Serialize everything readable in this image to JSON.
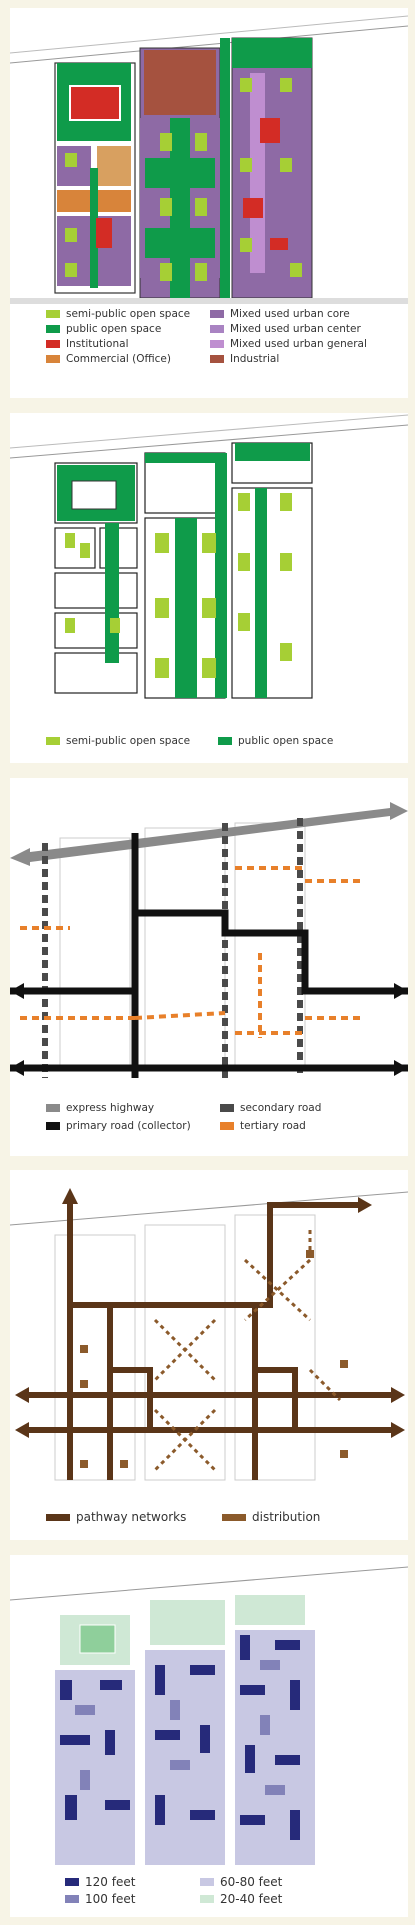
{
  "panels": [
    {
      "legend": [
        {
          "label": "semi-public open space",
          "color": "#a6cf35"
        },
        {
          "label": "public open space",
          "color": "#0f9b4a"
        },
        {
          "label": "Institutional",
          "color": "#d32c25"
        },
        {
          "label": "Commercial (Office)",
          "color": "#d8843a"
        },
        {
          "label": "Mixed used urban core",
          "color": "#8e6aa5"
        },
        {
          "label": "Mixed used urban center",
          "color": "#a983c2"
        },
        {
          "label": "Mixed used urban general",
          "color": "#bf8ed0"
        },
        {
          "label": "Industrial",
          "color": "#a5523f"
        }
      ]
    },
    {
      "legend": [
        {
          "label": "semi-public open space",
          "color": "#a6cf35"
        },
        {
          "label": "public open space",
          "color": "#0f9b4a"
        }
      ]
    },
    {
      "legend": [
        {
          "label": "express highway",
          "color": "#8a8a8a"
        },
        {
          "label": "secondary road",
          "color": "#4a4a4a"
        },
        {
          "label": "primary road (collector)",
          "color": "#111111"
        },
        {
          "label": "tertiary road",
          "color": "#e8802a"
        }
      ]
    },
    {
      "legend": [
        {
          "label": "pathway networks",
          "color": "#5a3518"
        },
        {
          "label": "distribution",
          "color": "#8b5a2b"
        }
      ]
    },
    {
      "legend": [
        {
          "label": "120 feet",
          "color": "#262a7a"
        },
        {
          "label": "60-80 feet",
          "color": "#c8c8e3"
        },
        {
          "label": "100 feet",
          "color": "#8282b8"
        },
        {
          "label": "20-40 feet",
          "color": "#cfe8d5"
        }
      ]
    }
  ]
}
